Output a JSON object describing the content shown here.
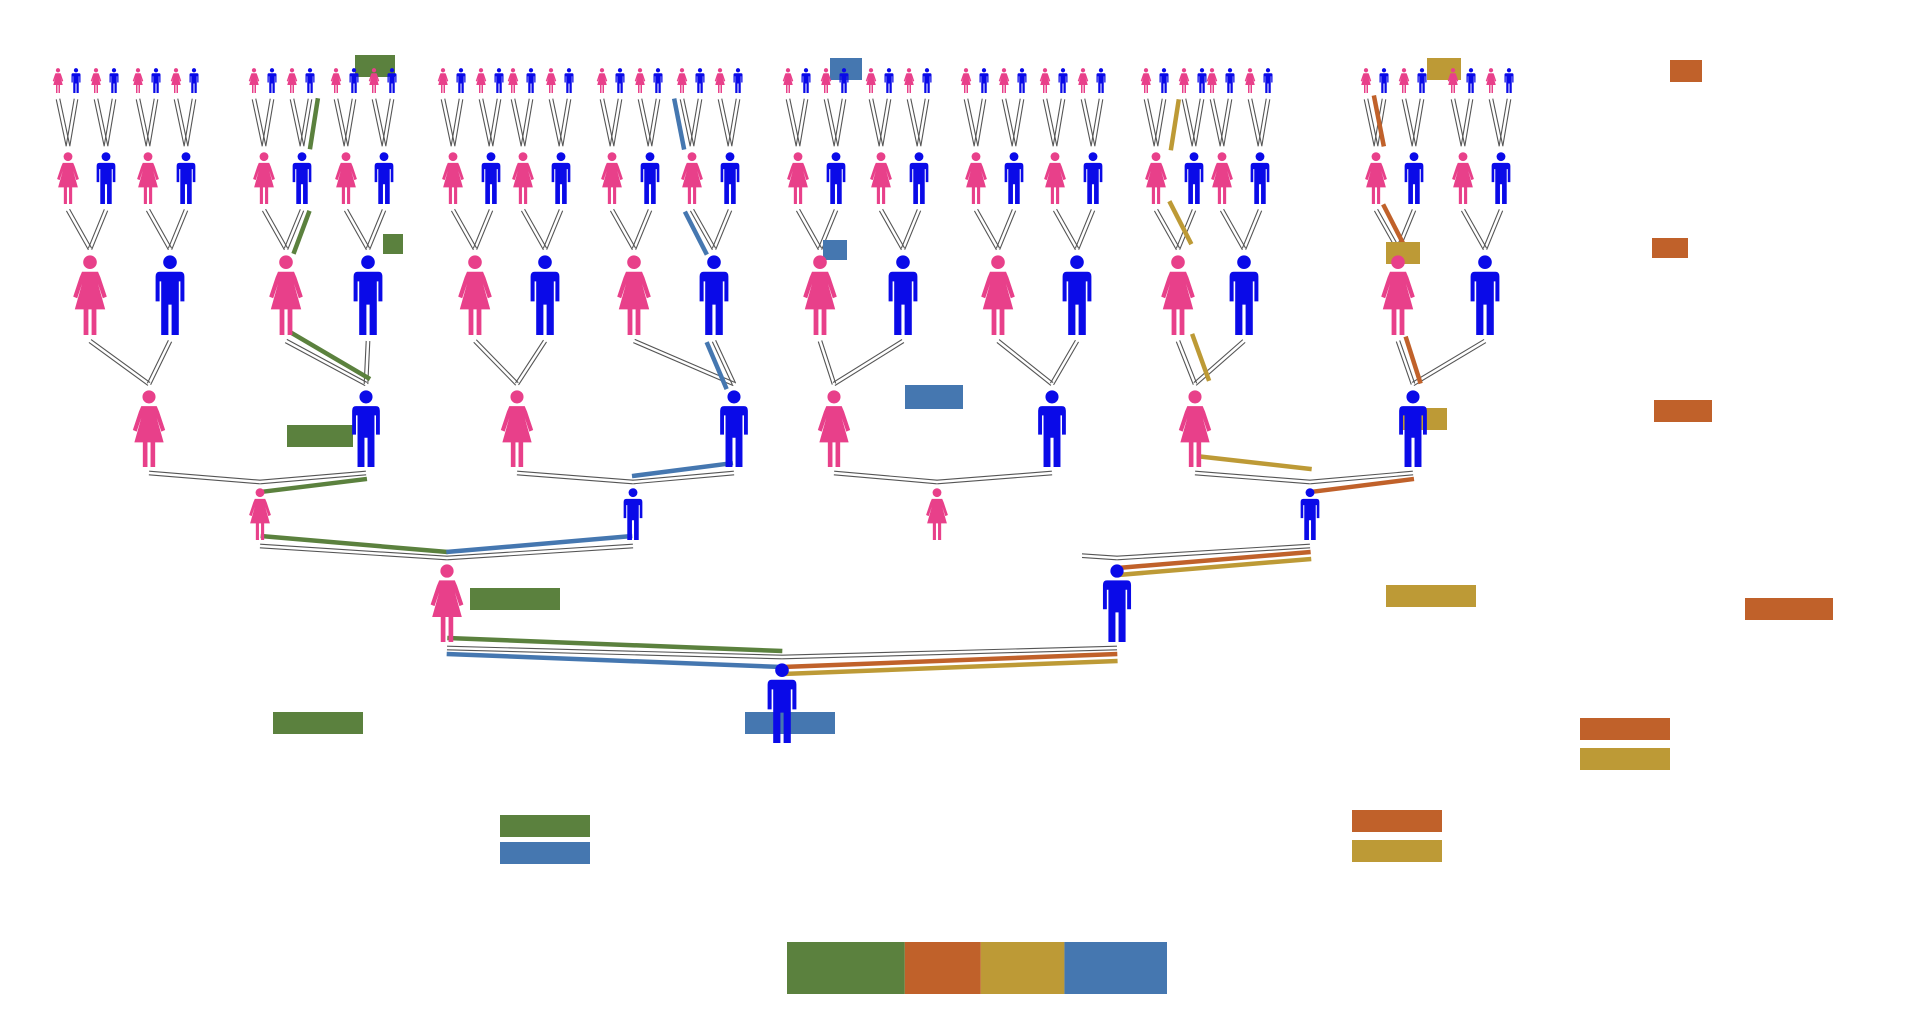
{
  "colors": {
    "female": "#e8408a",
    "male": "#0a0ae8",
    "line": "#555555",
    "green": "#5b813e",
    "orange": "#c0612a",
    "gold": "#bd9a36",
    "blue": "#4577b0"
  },
  "diagram": {
    "type": "ancestry-tree",
    "generations": 7,
    "root_sex": "male",
    "lineage_segments": [
      "green",
      "orange",
      "gold",
      "blue"
    ],
    "lineage_segment_widths": [
      0.31,
      0.2,
      0.22,
      0.27
    ]
  }
}
